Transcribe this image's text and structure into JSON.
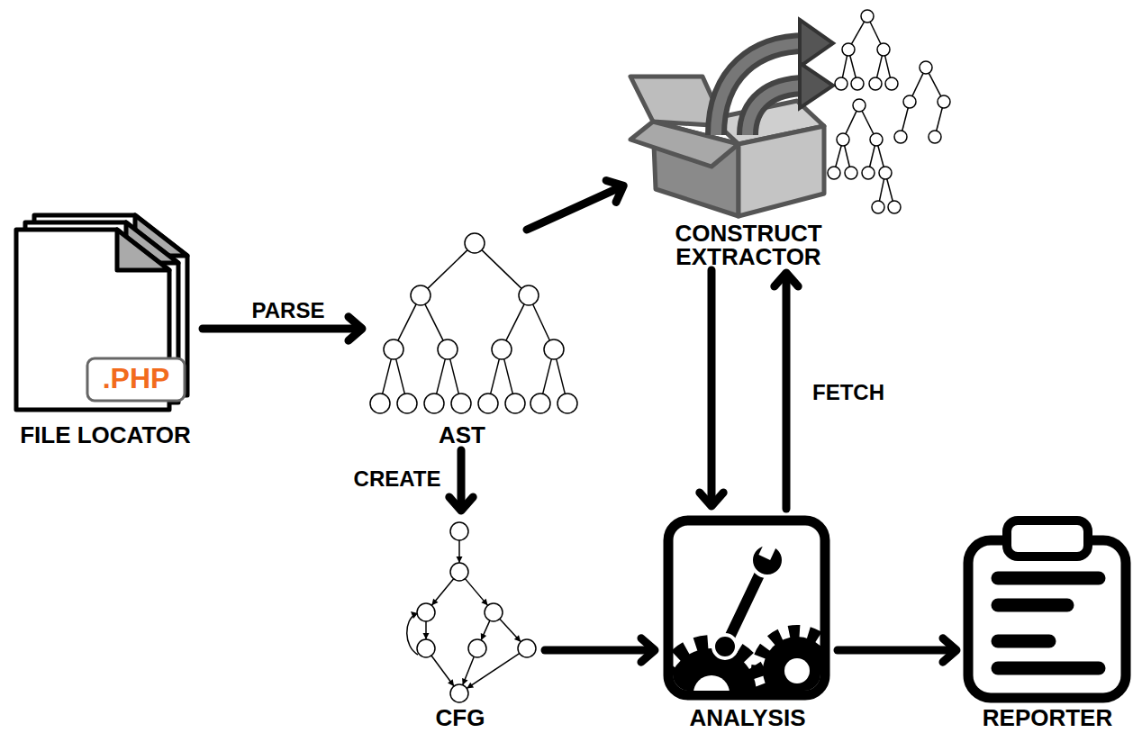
{
  "diagram": {
    "nodes": [
      {
        "text": [
          ".PHP",
          "FILE LOCATOR"
        ]
      },
      {
        "text": [
          "AST"
        ]
      },
      {
        "text": [
          "CONSTRUCT EXTRACTOR"
        ]
      },
      {
        "text": [
          "CFG"
        ]
      },
      {
        "text": [
          "ANALYSIS"
        ]
      },
      {
        "text": [
          "REPORTER"
        ]
      }
    ],
    "edges": [
      {
        "from": 0,
        "to": 1,
        "arrow": "to",
        "label": "PARSE"
      },
      {
        "from": 1,
        "to": 2,
        "arrow": "to"
      },
      {
        "from": 1,
        "to": 3,
        "arrow": "to",
        "label": "CREATE"
      },
      {
        "from": 3,
        "to": 4,
        "arrow": "to"
      },
      {
        "from": 2,
        "to": 4,
        "arrow": "to"
      },
      {
        "from": 4,
        "to": 2,
        "arrow": "to",
        "label": "FETCH"
      },
      {
        "from": 4,
        "to": 5,
        "arrow": "to"
      }
    ]
  }
}
